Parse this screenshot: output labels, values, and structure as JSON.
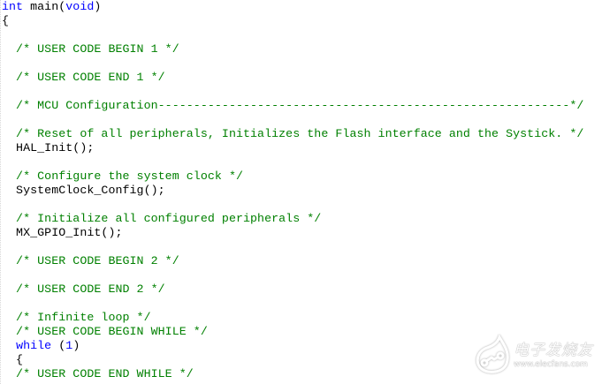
{
  "editor": {
    "lines": [
      {
        "tokens": [
          {
            "t": "int",
            "c": "kw"
          },
          {
            "t": " main(",
            "c": "pl"
          },
          {
            "t": "void",
            "c": "kw"
          },
          {
            "t": ")",
            "c": "pl"
          }
        ]
      },
      {
        "tokens": [
          {
            "t": "{",
            "c": "pl"
          }
        ]
      },
      {
        "tokens": []
      },
      {
        "tokens": [
          {
            "t": "  /* USER CODE BEGIN 1 */",
            "c": "cm"
          }
        ]
      },
      {
        "tokens": []
      },
      {
        "tokens": [
          {
            "t": "  /* USER CODE END 1 */",
            "c": "cm"
          }
        ]
      },
      {
        "tokens": []
      },
      {
        "tokens": [
          {
            "t": "  /* MCU Configuration----------------------------------------------------------*/",
            "c": "cm"
          }
        ]
      },
      {
        "tokens": []
      },
      {
        "tokens": [
          {
            "t": "  /* Reset of all peripherals, Initializes the Flash interface and the Systick. */",
            "c": "cm"
          }
        ]
      },
      {
        "tokens": [
          {
            "t": "  HAL_Init();",
            "c": "pl"
          }
        ]
      },
      {
        "tokens": []
      },
      {
        "tokens": [
          {
            "t": "  /* Configure the system clock */",
            "c": "cm"
          }
        ]
      },
      {
        "tokens": [
          {
            "t": "  SystemClock_Config();",
            "c": "pl"
          }
        ]
      },
      {
        "tokens": []
      },
      {
        "tokens": [
          {
            "t": "  /* Initialize all configured peripherals */",
            "c": "cm"
          }
        ]
      },
      {
        "tokens": [
          {
            "t": "  MX_GPIO_Init();",
            "c": "pl"
          }
        ]
      },
      {
        "tokens": []
      },
      {
        "tokens": [
          {
            "t": "  /* USER CODE BEGIN 2 */",
            "c": "cm"
          }
        ]
      },
      {
        "tokens": []
      },
      {
        "tokens": [
          {
            "t": "  /* USER CODE END 2 */",
            "c": "cm"
          }
        ]
      },
      {
        "tokens": []
      },
      {
        "tokens": [
          {
            "t": "  /* Infinite loop */",
            "c": "cm"
          }
        ]
      },
      {
        "tokens": [
          {
            "t": "  /* USER CODE BEGIN WHILE */",
            "c": "cm"
          }
        ]
      },
      {
        "tokens": [
          {
            "t": "  ",
            "c": "pl"
          },
          {
            "t": "while",
            "c": "kw"
          },
          {
            "t": " (",
            "c": "pl"
          },
          {
            "t": "1",
            "c": "num"
          },
          {
            "t": ")",
            "c": "pl"
          }
        ]
      },
      {
        "tokens": [
          {
            "t": "  {",
            "c": "pl"
          }
        ]
      },
      {
        "tokens": [
          {
            "t": "  /* USER CODE END WHILE */",
            "c": "cm"
          }
        ]
      }
    ]
  },
  "colors": {
    "keyword": "#0000ff",
    "comment": "#008000",
    "text": "#000000",
    "background": "#ffffff"
  },
  "watermark": {
    "icon": "elecfans-logo-icon",
    "title": "电子发烧友",
    "url": "www.elecfans.com"
  }
}
